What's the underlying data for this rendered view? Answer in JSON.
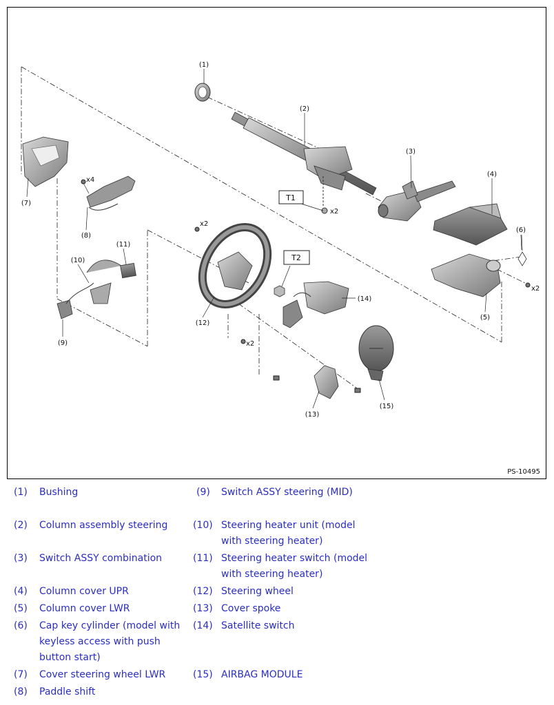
{
  "figure": {
    "id": "PS-10495",
    "callouts": [
      "(1)",
      "(2)",
      "(3)",
      "(4)",
      "(5)",
      "(6)",
      "(7)",
      "(8)",
      "(9)",
      "(10)",
      "(11)",
      "(12)",
      "(13)",
      "(14)",
      "(15)"
    ],
    "torque_tags": [
      "T1",
      "T2"
    ],
    "qty": {
      "x2": "x2",
      "x4": "x4"
    }
  },
  "legend": {
    "left": [
      {
        "num": "(1)",
        "text": "Bushing"
      },
      {
        "num": "(2)",
        "text": "Column assembly steering"
      },
      {
        "num": "(3)",
        "text": "Switch ASSY combination"
      },
      {
        "num": "(4)",
        "text": "Column cover UPR"
      },
      {
        "num": "(5)",
        "text": "Column cover LWR"
      },
      {
        "num": "(6)",
        "text": "Cap key cylinder (model with",
        "text2": "keyless access with push",
        "text3": "button start)"
      },
      {
        "num": "(7)",
        "text": "Cover steering wheel LWR"
      },
      {
        "num": "(8)",
        "text": "Paddle shift"
      }
    ],
    "right": [
      {
        "num": "(9)",
        "text": "Switch ASSY steering (MID)"
      },
      {
        "num": "(10)",
        "text": "Steering heater unit (model",
        "text2": "with steering heater)"
      },
      {
        "num": "(11)",
        "text": "Steering heater switch (model",
        "text2": "with steering heater)"
      },
      {
        "num": "(12)",
        "text": "Steering wheel"
      },
      {
        "num": "(13)",
        "text": "Cover spoke"
      },
      {
        "num": "(14)",
        "text": "Satellite switch"
      },
      {
        "num": "(15)",
        "text": "AIRBAG MODULE"
      }
    ]
  }
}
